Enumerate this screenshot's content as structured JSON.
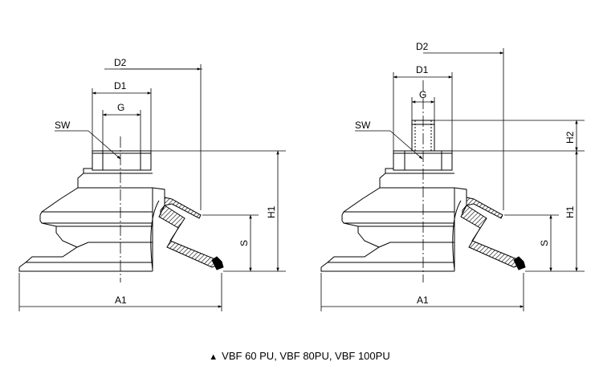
{
  "drawings": [
    {
      "labels": {
        "d2": "D2",
        "d1": "D1",
        "g": "G",
        "sw": "SW",
        "h1": "H1",
        "s": "S",
        "a1": "A1"
      }
    },
    {
      "labels": {
        "d2": "D2",
        "d1": "D1",
        "g": "G",
        "sw": "SW",
        "h2": "H2",
        "h1": "H1",
        "s": "S",
        "a1": "A1"
      }
    }
  ],
  "caption": {
    "marker": "▲",
    "text": "VBF 60 PU, VBF 80PU, VBF 100PU"
  }
}
